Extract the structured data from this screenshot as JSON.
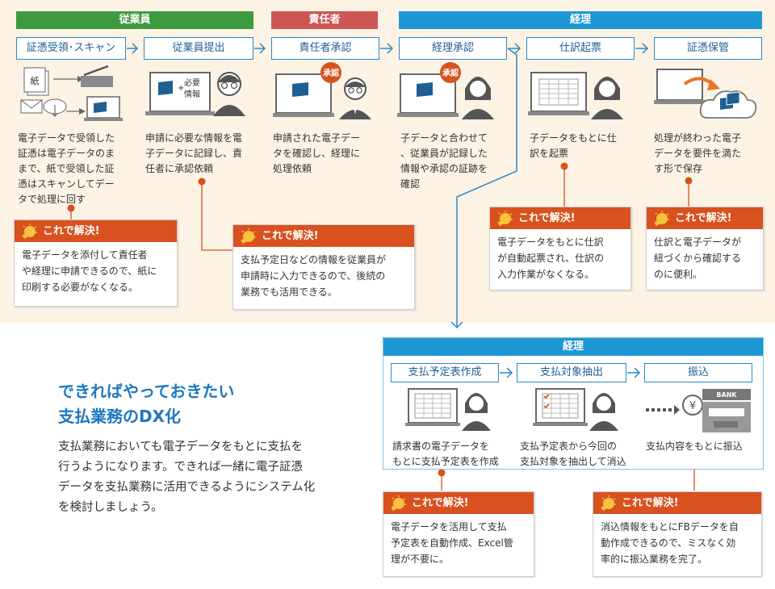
{
  "lanes": {
    "employee": "従業員",
    "manager": "責任者",
    "accounting": "経理"
  },
  "steps": [
    "証憑受領･スキャン",
    "従業員提出",
    "責任者承認",
    "経理承認",
    "仕訳起票",
    "証憑保管"
  ],
  "labels": {
    "paper": "紙",
    "needed": "必要",
    "info": "情報",
    "approval": "承認",
    "bank": "BANK",
    "yen": "¥"
  },
  "descriptions": [
    [
      "電子データで受領した",
      "証憑は電子データのま",
      "まで、紙で受領した証",
      "憑はスキャンしてデー",
      "タで処理に回す"
    ],
    [
      "申請に必要な情報を電",
      "子データに記録し、責",
      "任者に承認依頼"
    ],
    [
      "申請された電子デー",
      "タを確認し、経理に",
      "処理依頼"
    ],
    [
      "子データと合わせて",
      "、従業員が記録した",
      "情報や承認の証跡を",
      "確認"
    ],
    [
      "子データをもとに仕",
      "訳を起票"
    ],
    [
      "処理が終わった電子",
      "データを要件を満た",
      "す形で保存"
    ]
  ],
  "solution_title": "これで解決!",
  "solutions": [
    [
      "電子データを添付して責任者",
      "や経理に申請できるので、紙に",
      "印刷する必要がなくなる。"
    ],
    [
      "支払予定日などの情報を従業員が",
      "申請時に入力できるので、後続の",
      "業務でも活用できる。"
    ],
    [
      "電子データをもとに仕訳",
      "が自動起票され、仕訳の",
      "入力作業がなくなる。"
    ],
    [
      "仕訳と電子データが",
      "紐づくから確認する",
      "のに便利。"
    ],
    [
      "電子データを活用して支払",
      "予定表を自動作成、Excel管",
      "理が不要に。"
    ],
    [
      "消込情報をもとにFBデータを自",
      "動作成できるので、ミスなく効",
      "率的に振込業務を完了。"
    ]
  ],
  "payment": {
    "header": "経理",
    "steps": [
      "支払予定表作成",
      "支払対象抽出",
      "振込"
    ],
    "descriptions": [
      [
        "請求書の電子データを",
        "もとに支払予定表を作成"
      ],
      [
        "支払予定表から今回の",
        "支払対象を抽出して消込"
      ],
      [
        "支払内容をもとに振込"
      ]
    ]
  },
  "heading": [
    "できればやっておきたい",
    "支払業務のDX化"
  ],
  "paragraph": [
    "支払業務においても電子データをもとに支払を",
    "行うようになります。できれば一緒に電子証憑",
    "データを支払業務に活用できるようにシステム化",
    "を検討しましょう。"
  ],
  "colors": {
    "green": "#3e9a3f",
    "red": "#cc5656",
    "blue": "#1e98d4",
    "step_border": "#2f86c6",
    "orange": "#d8511e",
    "cream": "#fdf3e4",
    "heading": "#1c78c0"
  }
}
